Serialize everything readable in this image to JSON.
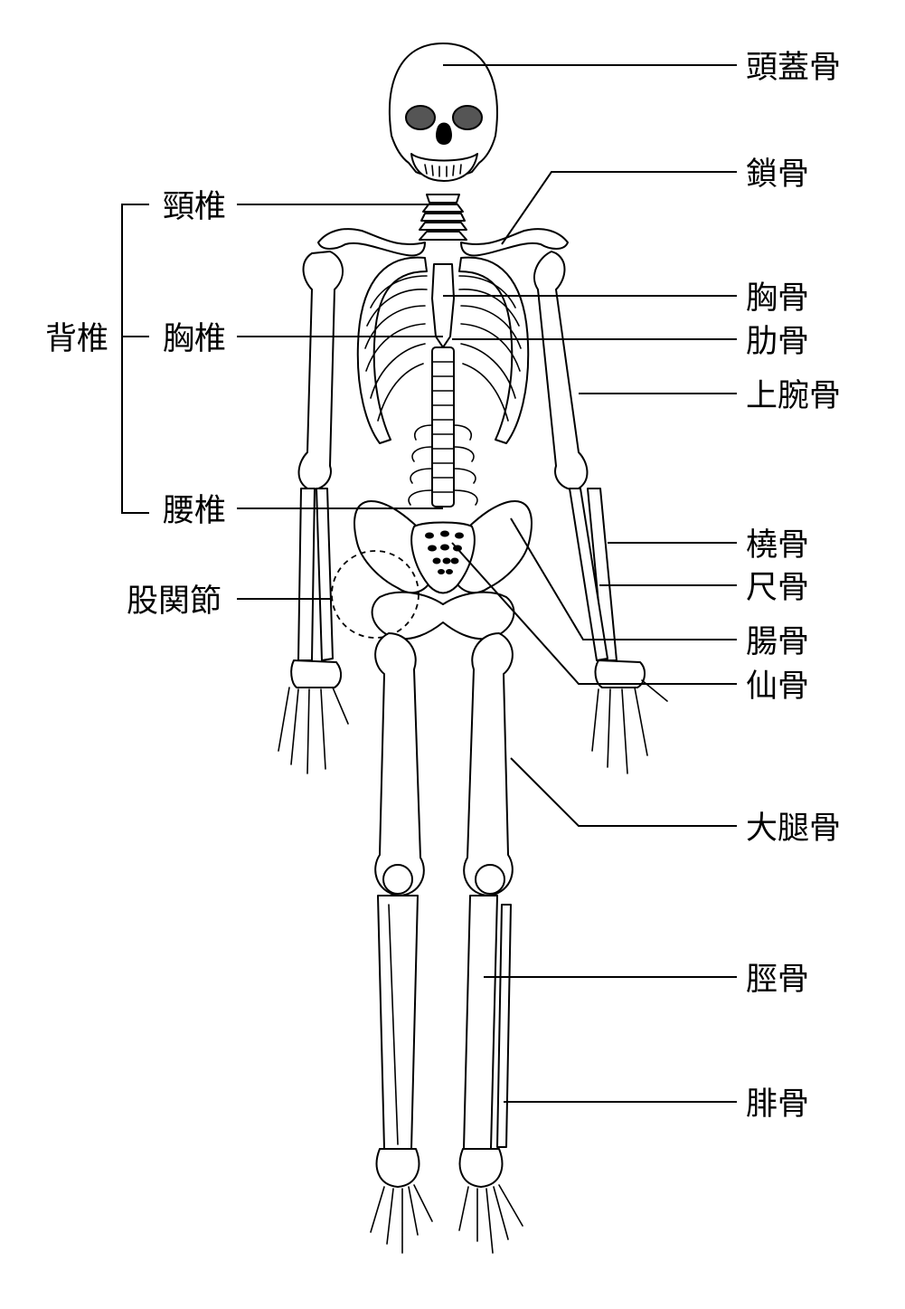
{
  "labels": {
    "skull": "頭蓋骨",
    "clavicle": "鎖骨",
    "sternum": "胸骨",
    "rib": "肋骨",
    "humerus": "上腕骨",
    "radius": "橈骨",
    "ulna": "尺骨",
    "ilium": "腸骨",
    "sacrum": "仙骨",
    "femur": "大腿骨",
    "tibia": "脛骨",
    "fibula": "腓骨",
    "cervical": "頸椎",
    "spine": "背椎",
    "thoracic": "胸椎",
    "lumbar": "腰椎",
    "hip_joint": "股関節"
  },
  "colors": {
    "line": "#000000",
    "fill": "#ffffff",
    "eye_socket": "#555555"
  }
}
